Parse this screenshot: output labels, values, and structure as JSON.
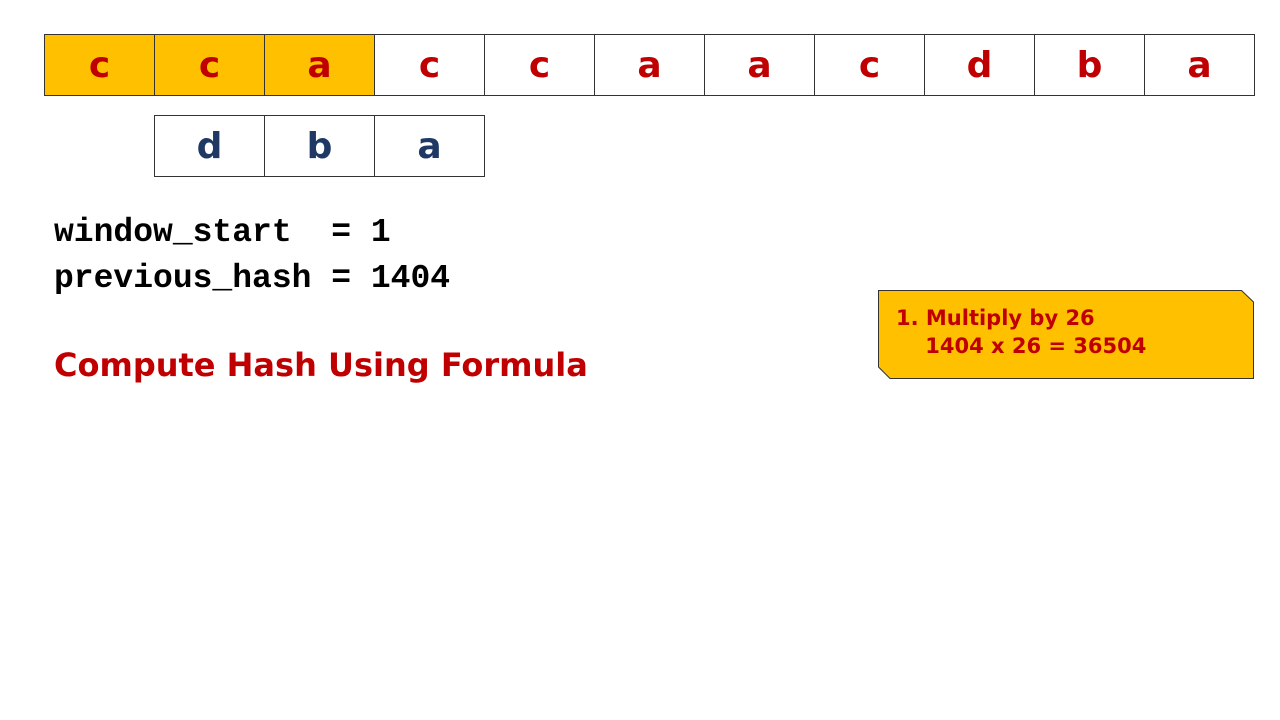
{
  "text_cells": [
    {
      "char": "c",
      "highlighted": true
    },
    {
      "char": "c",
      "highlighted": true
    },
    {
      "char": "a",
      "highlighted": true
    },
    {
      "char": "c",
      "highlighted": false
    },
    {
      "char": "c",
      "highlighted": false
    },
    {
      "char": "a",
      "highlighted": false
    },
    {
      "char": "a",
      "highlighted": false
    },
    {
      "char": "c",
      "highlighted": false
    },
    {
      "char": "d",
      "highlighted": false
    },
    {
      "char": "b",
      "highlighted": false
    },
    {
      "char": "a",
      "highlighted": false
    }
  ],
  "pattern_cells": [
    "d",
    "b",
    "a"
  ],
  "variables": {
    "line1": "window_start  = 1",
    "line2": "previous_hash = 1404"
  },
  "heading": "Compute Hash Using Formula",
  "note": {
    "step": "1. Multiply by 26",
    "calc": "1404 x 26 = 36504"
  },
  "colors": {
    "highlight": "#ffc000",
    "text_char": "#c00000",
    "pattern_char": "#1f3864",
    "note_bg": "#ffc000"
  }
}
